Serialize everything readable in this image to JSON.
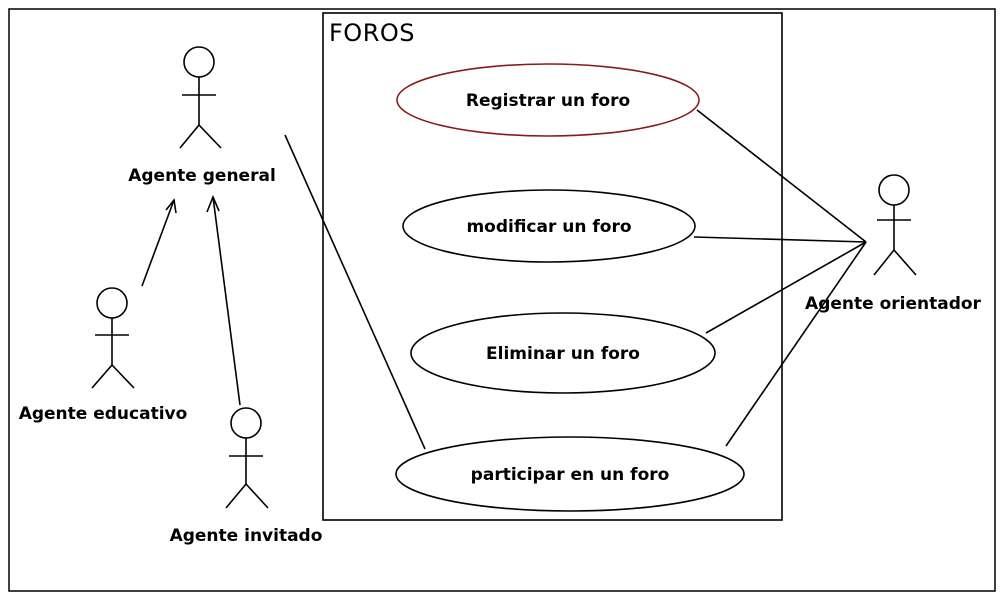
{
  "system": {
    "title": "FOROS"
  },
  "use_cases": [
    {
      "id": "registrar",
      "label": "Registrar un foro",
      "color": "#8b1a1a"
    },
    {
      "id": "modificar",
      "label": "modificar un foro",
      "color": "#000000"
    },
    {
      "id": "eliminar",
      "label": "Eliminar un foro",
      "color": "#000000"
    },
    {
      "id": "participar",
      "label": "participar en un foro",
      "color": "#000000"
    }
  ],
  "actors": {
    "general": {
      "label": "Agente general"
    },
    "educativo": {
      "label": "Agente educativo"
    },
    "invitado": {
      "label": "Agente invitado"
    },
    "orientador": {
      "label": "Agente orientador"
    }
  }
}
